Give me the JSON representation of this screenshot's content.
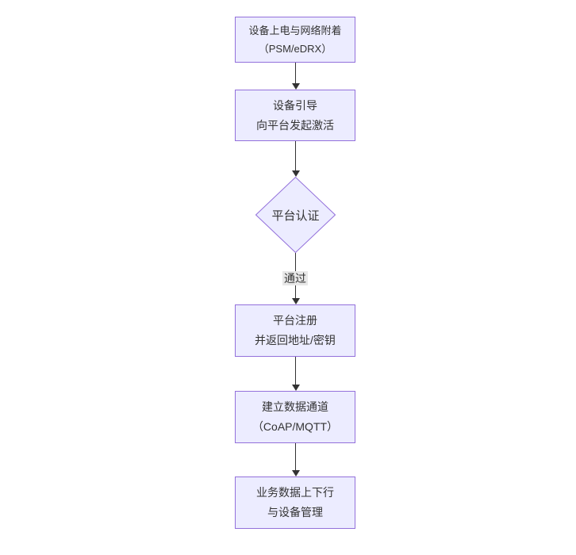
{
  "diagram": {
    "type": "flowchart",
    "direction": "top-down",
    "colors": {
      "background": "#ffffff",
      "node_fill": "#ECECFF",
      "node_border": "#9370DB",
      "edge_line": "#333333",
      "arrowhead": "#333333",
      "edge_label_bg": "#e8e8e8",
      "text": "#333333"
    },
    "nodes": [
      {
        "id": "n1",
        "shape": "rect",
        "lines": [
          "设备上电与网络附着",
          "（PSM/eDRX）"
        ]
      },
      {
        "id": "n2",
        "shape": "rect",
        "lines": [
          "设备引导",
          "向平台发起激活"
        ]
      },
      {
        "id": "n3",
        "shape": "diamond",
        "lines": [
          "平台认证"
        ]
      },
      {
        "id": "n4",
        "shape": "rect",
        "lines": [
          "平台注册",
          "并返回地址/密钥"
        ]
      },
      {
        "id": "n5",
        "shape": "rect",
        "lines": [
          "建立数据通道",
          "（CoAP/MQTT）"
        ]
      },
      {
        "id": "n6",
        "shape": "rect",
        "lines": [
          "业务数据上下行",
          "与设备管理"
        ]
      }
    ],
    "edges": [
      {
        "from": "n1",
        "to": "n2",
        "label": ""
      },
      {
        "from": "n2",
        "to": "n3",
        "label": ""
      },
      {
        "from": "n3",
        "to": "n4",
        "label": "通过"
      },
      {
        "from": "n4",
        "to": "n5",
        "label": ""
      },
      {
        "from": "n5",
        "to": "n6",
        "label": ""
      }
    ]
  }
}
